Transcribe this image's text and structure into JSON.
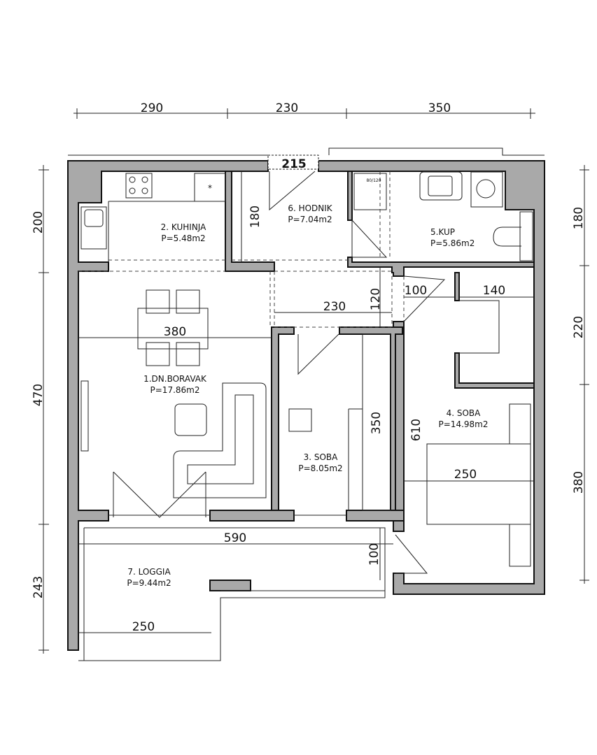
{
  "dimensions": {
    "top": [
      "290",
      "230",
      "350"
    ],
    "left": [
      "200",
      "470",
      "243"
    ],
    "right": [
      "180",
      "220",
      "380"
    ],
    "entrance": "215",
    "inner": {
      "kuhinja_height": "180",
      "hodnik_width": "230",
      "hodnik_depth": "120",
      "boravak_width": "380",
      "soba4_door": "100",
      "closet_width": "140",
      "soba3_length": "350",
      "soba4_length": "610",
      "soba4_width": "250",
      "loggia_length": "590",
      "loggia_depth": "100",
      "loggia_width": "250"
    }
  },
  "rooms": [
    {
      "name": "1.DN.BORAVAK",
      "area": "P=17.86m2"
    },
    {
      "name": "2. KUHINJA",
      "area": "P=5.48m2"
    },
    {
      "name": "3. SOBA",
      "area": "P=8.05m2"
    },
    {
      "name": "4. SOBA",
      "area": "P=14.98m2"
    },
    {
      "name": "5.KUP",
      "area": "P=5.86m2"
    },
    {
      "name": "6. HODNIK",
      "area": "P=7.04m2"
    },
    {
      "name": "7. LOGGIA",
      "area": "P=9.44m2"
    }
  ],
  "fixtures": {
    "shower_label": "80/120"
  }
}
